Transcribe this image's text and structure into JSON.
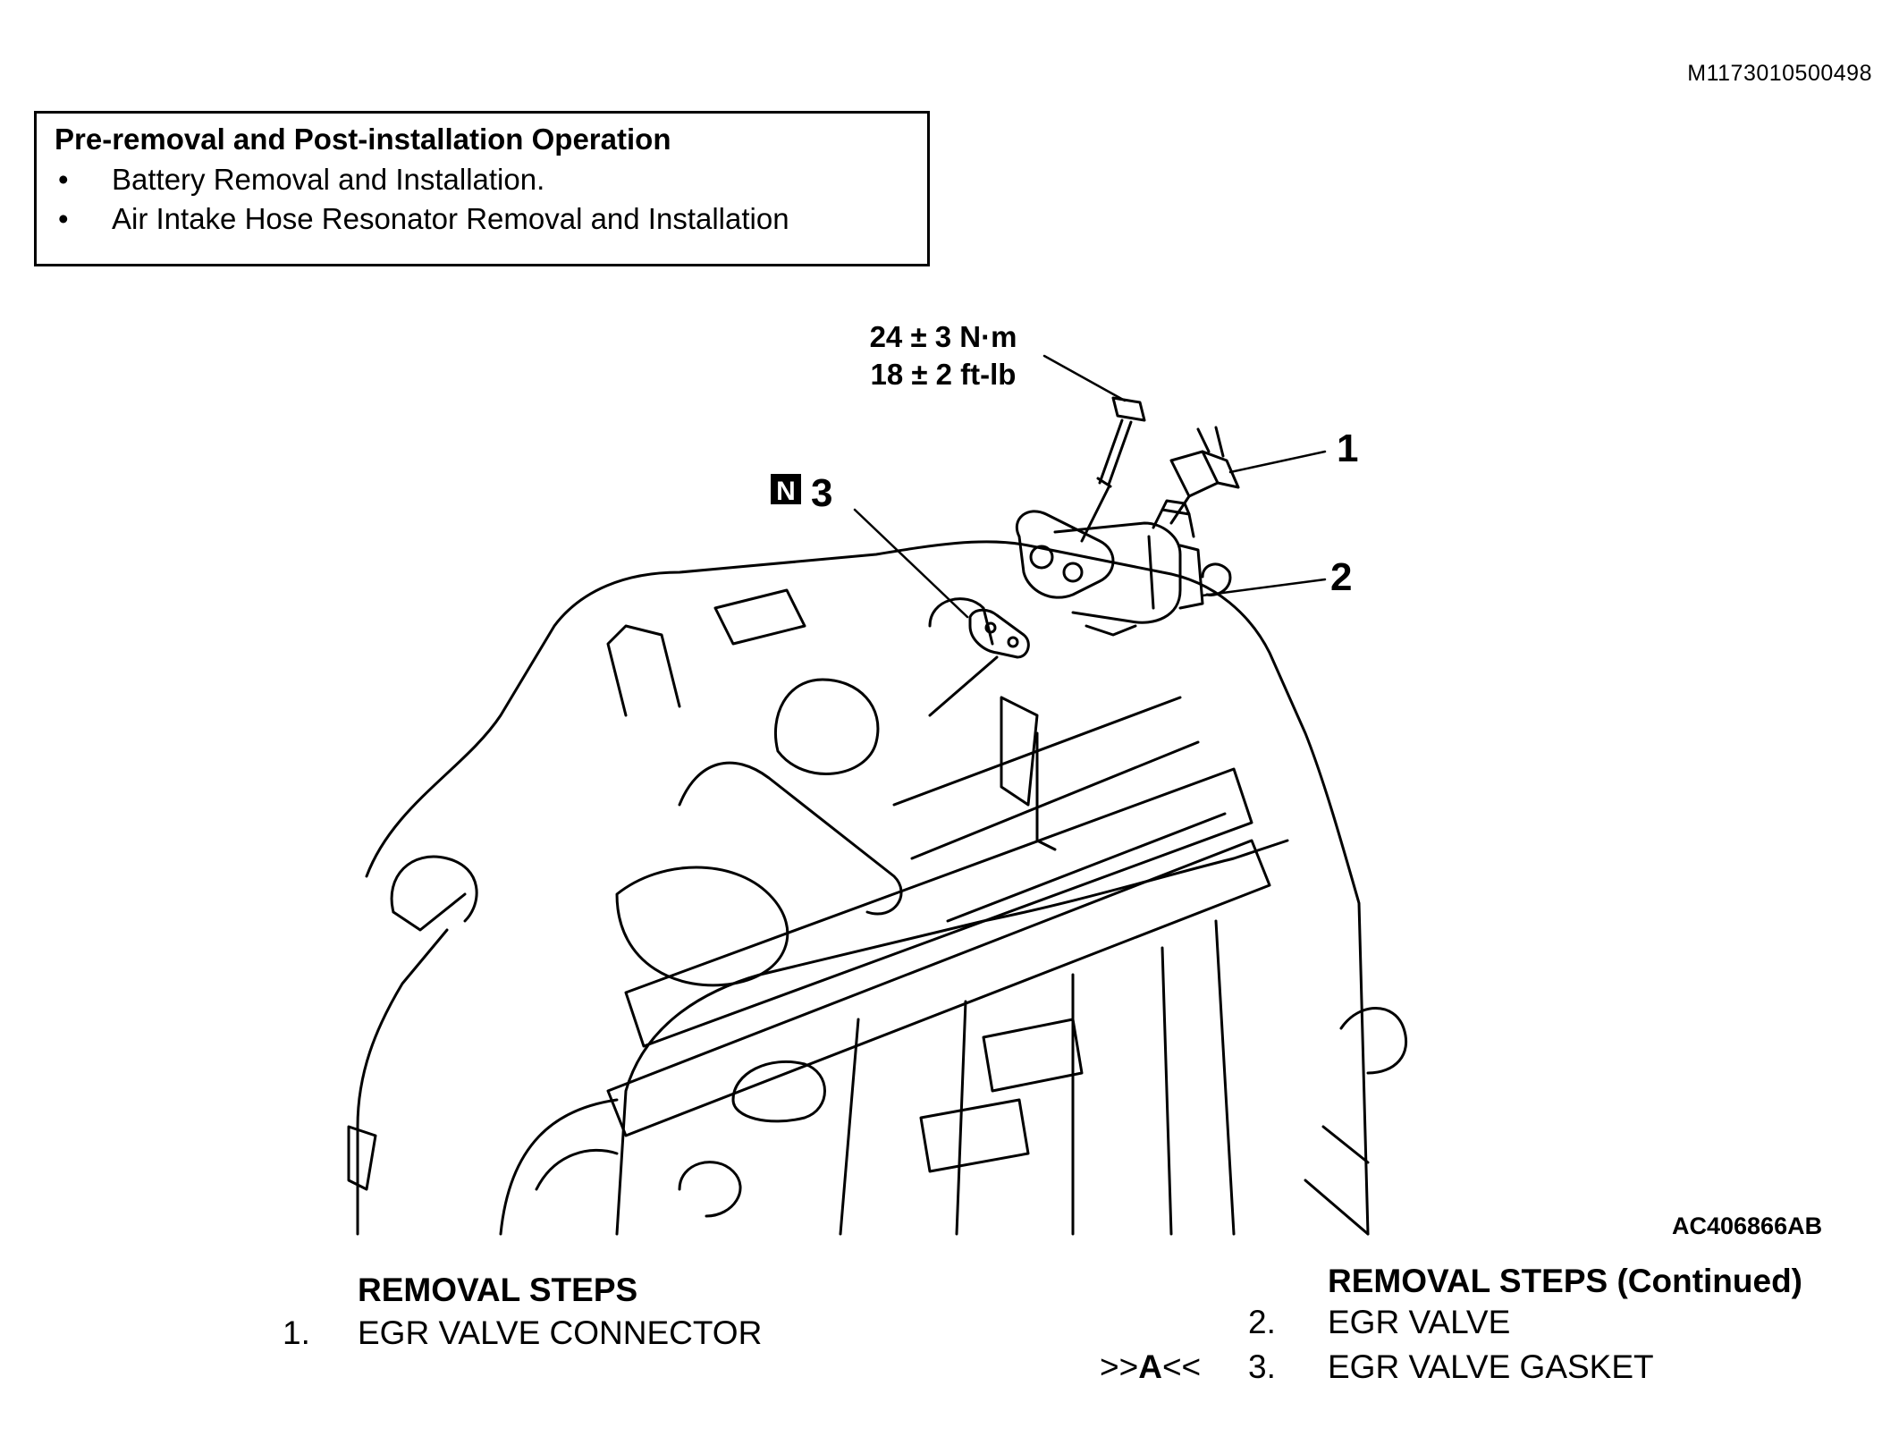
{
  "document_id": "M1173010500498",
  "pre_op": {
    "title": "Pre-removal and Post-installation Operation",
    "items": [
      "Battery Removal and Installation.",
      "Air Intake Hose Resonator Removal and Installation"
    ]
  },
  "figure": {
    "torque_nm": "24 ± 3 N·m",
    "torque_ftlb": "18 ± 2 ft-lb",
    "callout_1": "1",
    "callout_2": "2",
    "callout_3": "3",
    "new_part_badge": "N",
    "figure_id": "AC406866AB"
  },
  "steps_left": {
    "title": "REMOVAL STEPS",
    "steps": [
      {
        "num": "1.",
        "label": "EGR VALVE CONNECTOR"
      }
    ]
  },
  "steps_right": {
    "title": "REMOVAL STEPS (Continued)",
    "steps": [
      {
        "num": "2.",
        "label": "EGR VALVE",
        "ref": ""
      },
      {
        "num": "3.",
        "label": "EGR VALVE GASKET",
        "ref_pre": ">>",
        "ref_bold": "A",
        "ref_post": "<<"
      }
    ]
  }
}
